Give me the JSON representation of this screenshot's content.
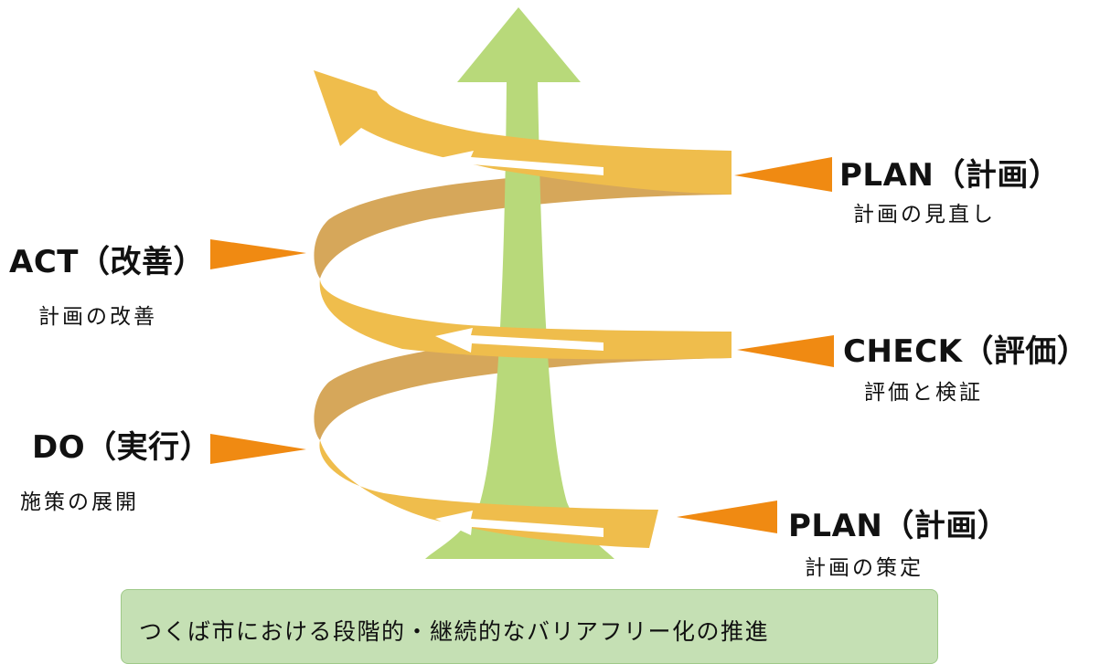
{
  "stages": [
    {
      "id": "plan-top",
      "title": "PLAN（計画）",
      "desc": "計画の見直し"
    },
    {
      "id": "act",
      "title": "ACT（改善）",
      "desc": "計画の改善"
    },
    {
      "id": "check",
      "title": "CHECK（評価）",
      "desc": "評価と検証"
    },
    {
      "id": "do",
      "title": "DO（実行）",
      "desc": "施策の展開"
    },
    {
      "id": "plan-bottom",
      "title": "PLAN（計画）",
      "desc": "計画の策定"
    }
  ],
  "caption": "つくば市における段階的・継続的なバリアフリー化の推進",
  "colors": {
    "spiral_front": "#efbd4c",
    "spiral_back": "#d6a75a",
    "central_arrow": "#b8d97a",
    "pointer": "#f08a12",
    "caption_bg": "#c5e0b4"
  }
}
